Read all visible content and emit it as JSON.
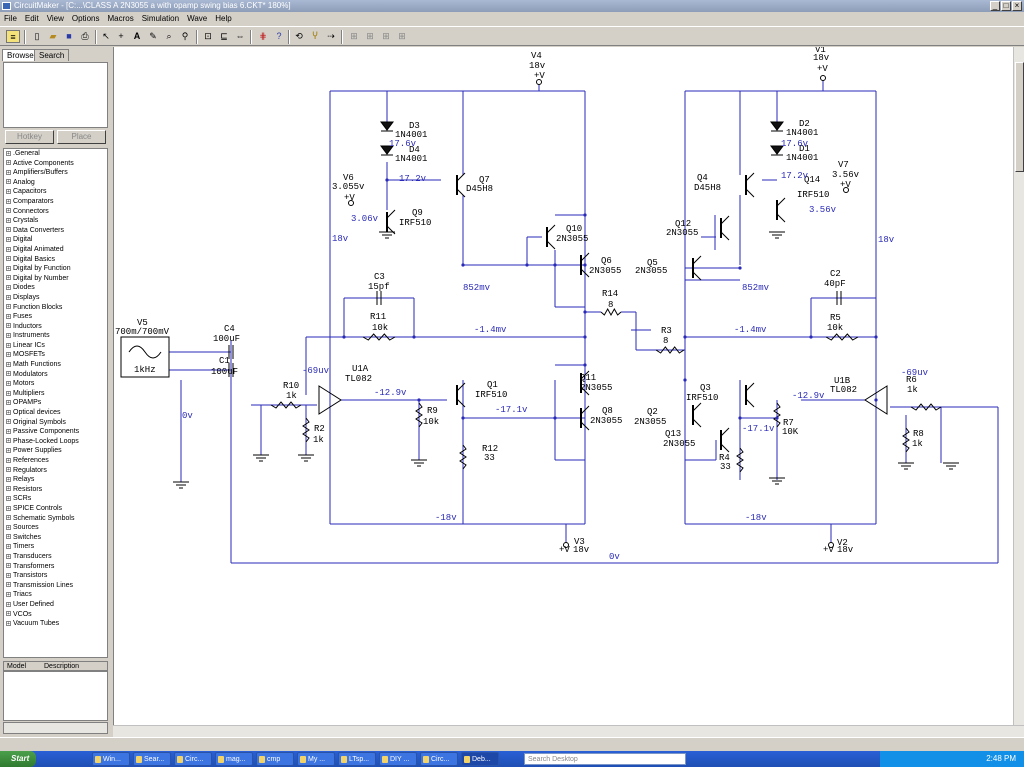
{
  "window": {
    "title": "CircuitMaker - [C:...\\CLASS A 2N3055 a with opamp swing bias 6.CKT* 180%]",
    "menu": [
      "File",
      "Edit",
      "View",
      "Options",
      "Macros",
      "Simulation",
      "Wave",
      "Help"
    ]
  },
  "panel": {
    "tabs": [
      "Browse",
      "Search"
    ],
    "hotkey_btn": "Hotkey",
    "place_btn": "Place",
    "tree": [
      ".General",
      "Active Components",
      "Amplifiers/Buffers",
      "Analog",
      "Capacitors",
      "Comparators",
      "Connectors",
      "Crystals",
      "Data Converters",
      "Digital",
      "Digital Animated",
      "Digital Basics",
      "Digital by Function",
      "Digital by Number",
      "Diodes",
      "Displays",
      "Function Blocks",
      "Fuses",
      "Inductors",
      "Instruments",
      "Linear ICs",
      "MOSFETs",
      "Math Functions",
      "Modulators",
      "Motors",
      "Multipliers",
      "OPAMPs",
      "Optical devices",
      "Original Symbols",
      "Passive Components",
      "Phase-Locked Loops",
      "Power Supplies",
      "References",
      "Regulators",
      "Relays",
      "Resistors",
      "SCRs",
      "SPICE Controls",
      "Schematic Symbols",
      "Sources",
      "Switches",
      "Timers",
      "Transducers",
      "Transformers",
      "Transistors",
      "Transmission Lines",
      "Triacs",
      "User Defined",
      "VCOs",
      "Vacuum Tubes"
    ],
    "model_col": "Model",
    "desc_col": "Description"
  },
  "schematic": {
    "labels_black": [
      "V4",
      "18v",
      "+V",
      "D3",
      "1N4001",
      "D4",
      "1N4001",
      "V6",
      "3.055v",
      "+V",
      "Q9",
      "IRF510",
      "Q7",
      "D45H8",
      "Q10",
      "2N3055",
      "Q6",
      "2N3055",
      "Q5",
      "2N3055",
      "C3",
      "15pf",
      "R11",
      "10k",
      "R14",
      "8",
      "R3",
      "8",
      "V5",
      "700m/700mV",
      "1kHz",
      "C4",
      "100uF",
      "C1",
      "100uF",
      "R10",
      "1k",
      "U1A",
      "TL082",
      "R2",
      "1k",
      "Q1",
      "IRF510",
      "R9",
      "10k",
      "Q11",
      "2N3055",
      "Q8",
      "2N3055",
      "R12",
      "33",
      "V3",
      "+V",
      "18v",
      "V1",
      "18v",
      "+V",
      "D2",
      "1N4001",
      "D1",
      "1N4001",
      "Q4",
      "D45H8",
      "Q14",
      "IRF510",
      "V7",
      "3.56v",
      "+V",
      "Q12",
      "2N3055",
      "C2",
      "40pF",
      "R5",
      "10k",
      "Q3",
      "IRF510",
      "Q2",
      "2N3055",
      "Q13",
      "2N3055",
      "R4",
      "33",
      "R7",
      "10K",
      "U1B",
      "TL082",
      "R6",
      "1k",
      "R8",
      "1k",
      "V2",
      "+V",
      "18v"
    ],
    "labels_blue": [
      "17.6v",
      "17.2v",
      "3.06v",
      "18v",
      "852mv",
      "-1.4mv",
      "-69uv",
      "-12.9v",
      "-17.1v",
      "0v",
      "-18v",
      "17.6v",
      "17.2v",
      "3.56v",
      "18v",
      "852mv",
      "-1.4mv",
      "-69uv",
      "-12.9v",
      "-17.1v",
      "-18v",
      "0v"
    ]
  },
  "taskbar": {
    "start": "Start",
    "tasks": [
      "Win...",
      "Sear...",
      "Circ...",
      "mag...",
      "cmp",
      "My ...",
      "LTsp...",
      "DIY ...",
      "Circ...",
      "Deb..."
    ],
    "search_placeholder": "Search Desktop",
    "clock": "2:48 PM"
  }
}
